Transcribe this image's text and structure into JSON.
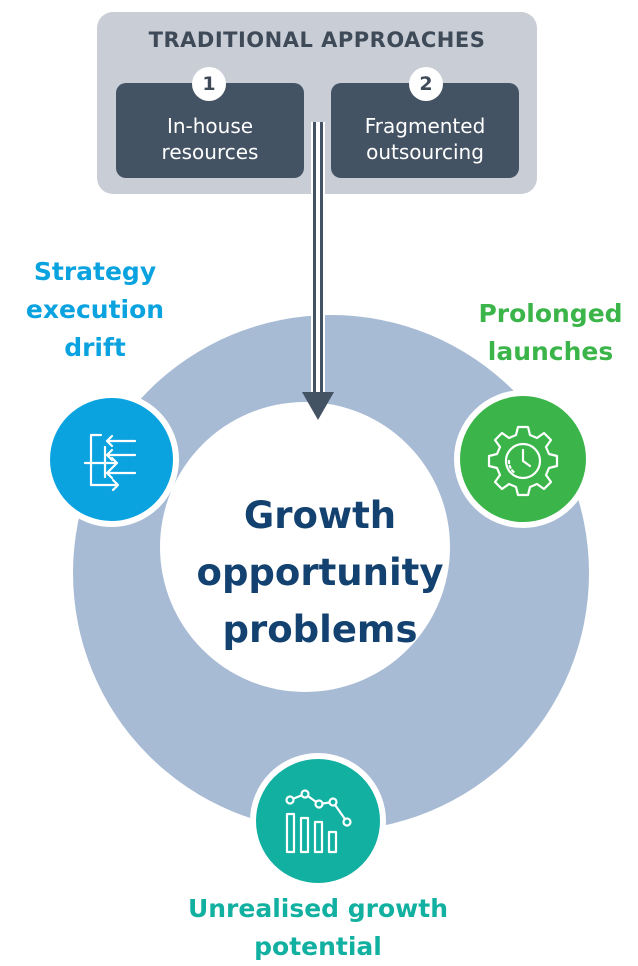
{
  "traditional": {
    "title": "TRADITIONAL APPROACHES",
    "approaches": [
      {
        "number": "1",
        "line1": "In-house",
        "line2": "resources"
      },
      {
        "number": "2",
        "line1": "Fragmented",
        "line2": "outsourcing"
      }
    ]
  },
  "center": {
    "line1": "Growth",
    "line2": "opportunity",
    "line3": "problems"
  },
  "problems": {
    "strategy": {
      "line1": "Strategy",
      "line2": "execution",
      "line3": "drift",
      "icon": "process-arrows-icon",
      "color": "#0aa3e0"
    },
    "launches": {
      "line1": "Prolonged",
      "line2": "launches",
      "icon": "gear-clock-icon",
      "color": "#3bb54a"
    },
    "growth": {
      "line1": "Unrealised growth",
      "line2": "potential",
      "icon": "bar-line-chart-icon",
      "color": "#12b0a1"
    }
  },
  "colors": {
    "ring": "#a8bbd5",
    "navy": "#134270",
    "box": "#c9ced6",
    "card": "#445364"
  }
}
